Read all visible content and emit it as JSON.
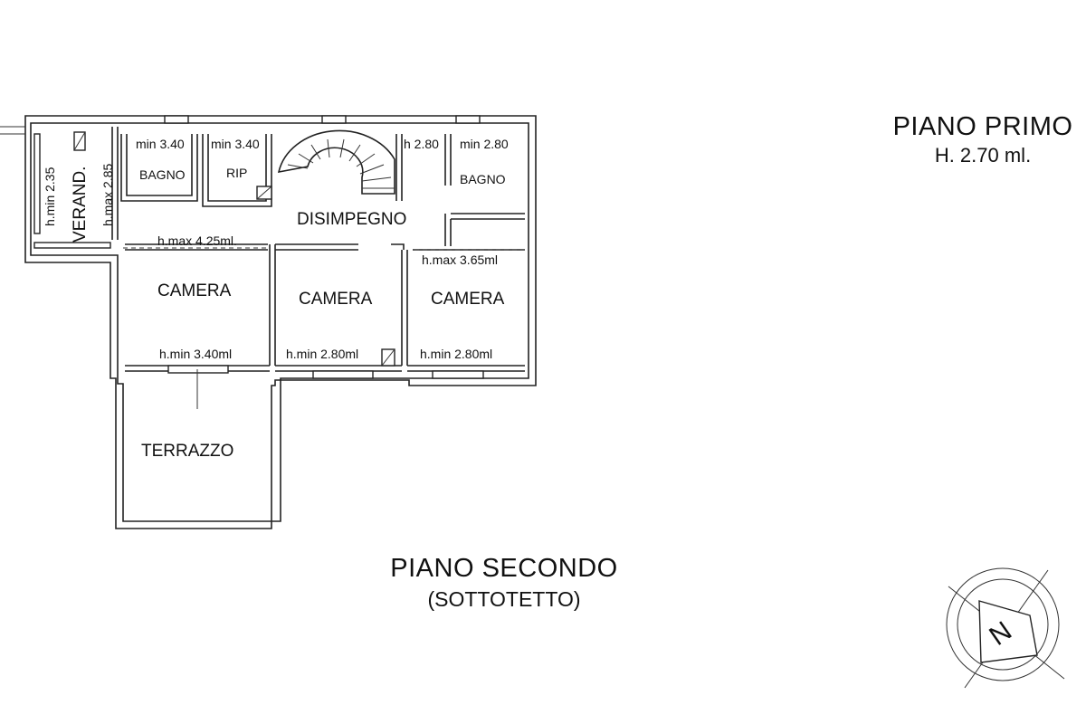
{
  "floor_right": {
    "title": "PIANO PRIMO",
    "height": "H. 2.70 ml."
  },
  "floor_main": {
    "title": "PIANO SECONDO",
    "subtitle": "(SOTTOTETTO)"
  },
  "rooms": {
    "veranda": "VERAND.",
    "bagno1": "BAGNO",
    "rip": "RIP",
    "disimpegno": "DISIMPEGNO",
    "bagno2": "BAGNO",
    "camera1": "CAMERA",
    "camera2": "CAMERA",
    "camera3": "CAMERA",
    "terrazzo": "TERRAZZO"
  },
  "heights": {
    "veranda_min": "h.min 2.35",
    "veranda_max": "h.max 2.85",
    "bagno1": "min 3.40",
    "rip": "min 3.40",
    "stair_h": "h 2.80",
    "bagno2": "min 2.80",
    "disimpegno_max": "h.max 4.25ml.",
    "camera3_max": "h.max 3.65ml",
    "camera1_min": "h.min 3.40ml",
    "camera2_min": "h.min 2.80ml",
    "camera3_min": "h.min 2.80ml"
  },
  "compass": {
    "label": "N"
  }
}
